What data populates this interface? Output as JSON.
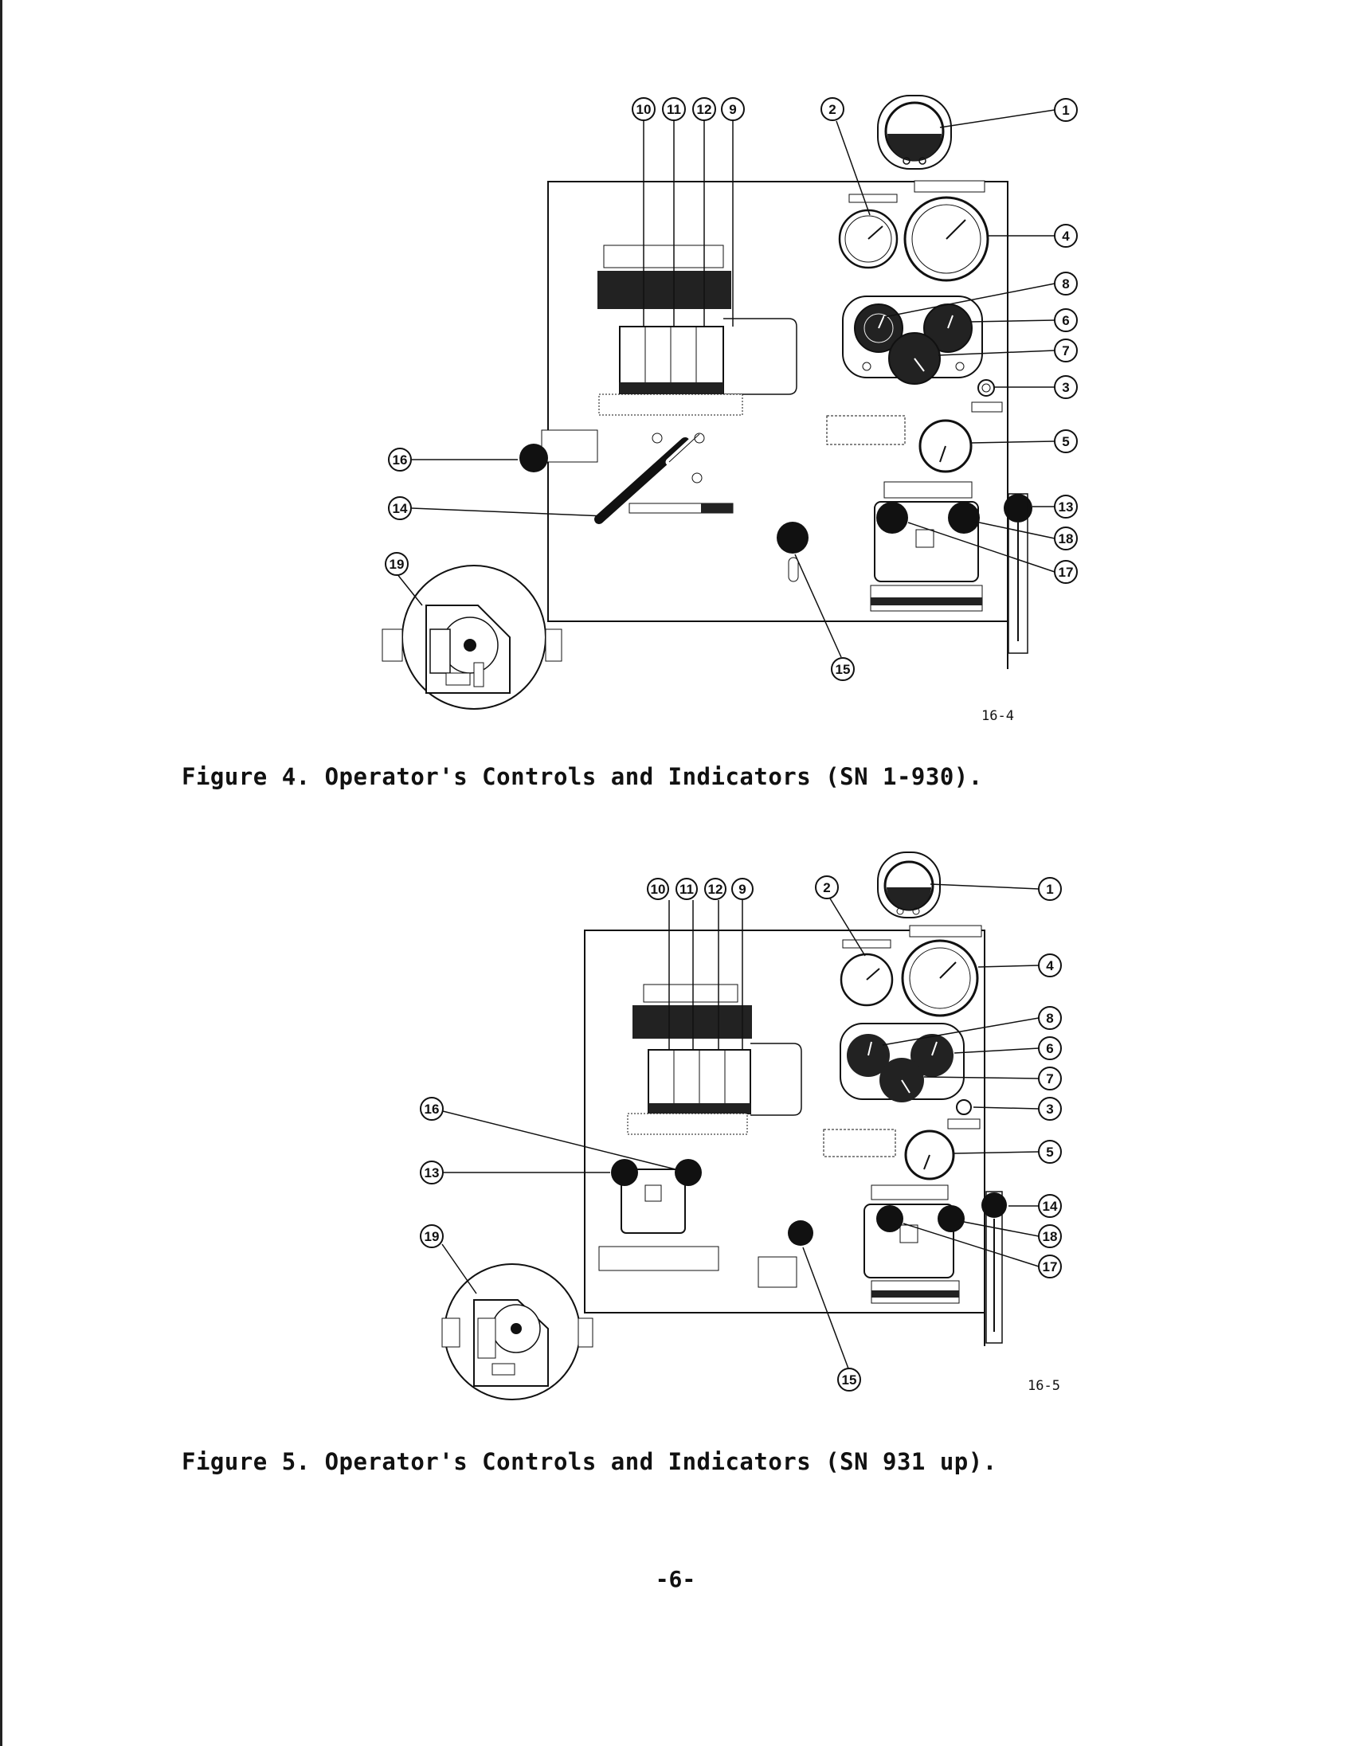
{
  "page": {
    "number": "-6-"
  },
  "figures": [
    {
      "code": "16-4",
      "caption": "Figure 4. Operator's Controls and Indicators (SN 1-930).",
      "callouts": [
        "1",
        "2",
        "3",
        "4",
        "5",
        "6",
        "7",
        "8",
        "9",
        "10",
        "11",
        "12",
        "13",
        "14",
        "15",
        "16",
        "17",
        "18",
        "19"
      ]
    },
    {
      "code": "16-5",
      "caption": "Figure 5. Operator's Controls and Indicators (SN 931 up).",
      "callouts": [
        "1",
        "2",
        "3",
        "4",
        "5",
        "6",
        "7",
        "8",
        "9",
        "10",
        "11",
        "12",
        "13",
        "14",
        "15",
        "16",
        "17",
        "18",
        "19"
      ]
    }
  ],
  "colors": {
    "ink": "#111111",
    "paper": "#ffffff"
  }
}
